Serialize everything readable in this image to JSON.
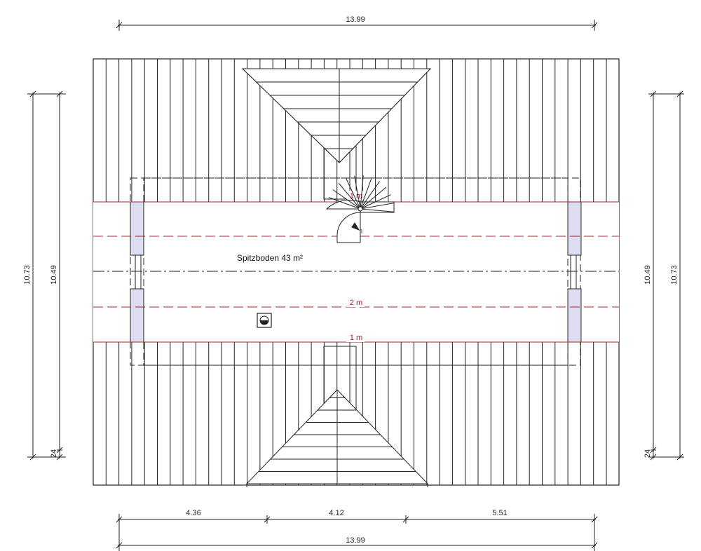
{
  "dimensions": {
    "top_total": "13.99",
    "bottom_total": "13.99",
    "bottom_segments": [
      "4.36",
      "4.12",
      "5.51"
    ],
    "left_outer": "10.73",
    "left_inner": "10.49",
    "left_small": "24",
    "right_inner": "10.49",
    "right_outer": "10.73",
    "right_small": "24"
  },
  "height_lines": {
    "top_1m": "1 m",
    "top_2m": "2 m",
    "bottom_2m": "2 m",
    "bottom_1m": "1 m"
  },
  "room": {
    "label": "Spitzboden 43 m²"
  },
  "colors": {
    "line": "#222222",
    "height_line": "#b0202a",
    "window_fill": "#dcdcf2"
  }
}
